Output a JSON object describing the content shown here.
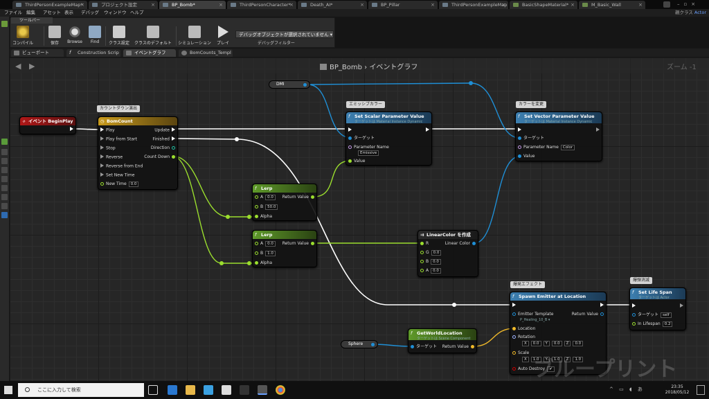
{
  "doc_tabs": [
    "ThirdPersonExampleMap*",
    "プロジェクト設定",
    "BP_Bomb*",
    "ThirdPersonCharacter*",
    "Death_AI*",
    "BP_Pillar",
    "ThirdPersonExampleMap",
    "BasicShapeMaterial*",
    "M_Basic_Wall"
  ],
  "menu": [
    "ファイル",
    "編集",
    "アセット",
    "表示",
    "デバッグ",
    "ウィンドウ",
    "ヘルプ"
  ],
  "parent_class": {
    "label": "親クラス",
    "value": "Actor"
  },
  "toolbar": {
    "tab": "ツールバー",
    "buttons": [
      "コンパイル",
      "保存",
      "Browse",
      "Find",
      "クラス設定",
      "クラスのデフォルト",
      "シミュレーション",
      "プレイ"
    ],
    "debug_dropdown": "デバッグオブジェクトが選択されていません",
    "debug_filter": "デバッグフィルター"
  },
  "sub_tabs": [
    "ビューポート",
    "Construction Scrip",
    "イベントグラフ",
    "BomCounts_Templ"
  ],
  "breadcrumb": {
    "bp": "BP_Bomb",
    "sep": "›",
    "graph": "イベントグラフ"
  },
  "zoom": "ズーム -1",
  "watermark": "ブループリント",
  "nodes": {
    "begin_play": {
      "title": "イベント BeginPlay"
    },
    "bom_count": {
      "comment": "カウントダウン演出",
      "title": "BomCount",
      "in": [
        "Play",
        "Play from Start",
        "Stop",
        "Reverse",
        "Reverse from End",
        "Set New Time",
        "New Time"
      ],
      "new_time": "0.0",
      "out": [
        "Update",
        "Finished",
        "Direction",
        "Count Down"
      ]
    },
    "dmi": {
      "title": "DMI"
    },
    "set_scalar": {
      "comment": "エミッシブカラー",
      "title": "Set Scalar Parameter Value",
      "sub": "ターゲットは Material Instance Dynamic",
      "target": "ターゲット",
      "param_label": "Parameter Name",
      "param_value": "Emissive",
      "value": "Value"
    },
    "set_vector": {
      "comment": "カラーを変更",
      "title": "Set Vector Parameter Value",
      "sub": "ターゲットは Material Instance Dynamic",
      "target": "ターゲット",
      "param_label": "Parameter Name",
      "param_value": "Color",
      "value": "Value"
    },
    "lerp1": {
      "title": "Lerp",
      "a": "A",
      "a_val": "0.0",
      "b": "B",
      "b_val": "50.0",
      "alpha": "Alpha",
      "ret": "Return Value"
    },
    "lerp2": {
      "title": "Lerp",
      "a": "A",
      "a_val": "0.0",
      "b": "B",
      "b_val": "1.0",
      "alpha": "Alpha",
      "ret": "Return Value"
    },
    "linear_color": {
      "title": "LinearColor を作成",
      "r": "R",
      "g": "G",
      "g_val": "0.0",
      "b": "B",
      "b_val": "0.0",
      "a": "A",
      "a_val": "0.0",
      "ret": "Linear Color"
    },
    "spawn_emitter": {
      "comment": "爆発エフェクト",
      "title": "Spawn Emitter at Location",
      "template": "Emitter Template",
      "template_val": "P_Healing_10_B ▾",
      "location": "Location",
      "rotation": "Rotation",
      "scale": "Scale",
      "auto_destroy": "Auto Destroy",
      "ret": "Return Value",
      "rot": [
        "X",
        "0.0",
        "Y",
        "0.0",
        "Z",
        "0.0"
      ],
      "scl": [
        "X",
        "1.0",
        "Y",
        "1.0",
        "Z",
        "1.0"
      ]
    },
    "set_life_span": {
      "comment": "爆弾消滅",
      "title": "Set Life Span",
      "sub": "ターゲットは Actor",
      "target": "ターゲット",
      "target_val": "self",
      "life": "In Lifespan",
      "life_val": "0.2"
    },
    "get_world_location": {
      "title": "GetWorldLocation",
      "sub": "ターゲットは Scene Component",
      "target": "ターゲット",
      "ret": "Return Value"
    },
    "sphere": {
      "title": "Sphere"
    }
  },
  "taskbar": {
    "search": "ここに入力して検索",
    "time": "23:35",
    "date": "2018/05/12"
  }
}
